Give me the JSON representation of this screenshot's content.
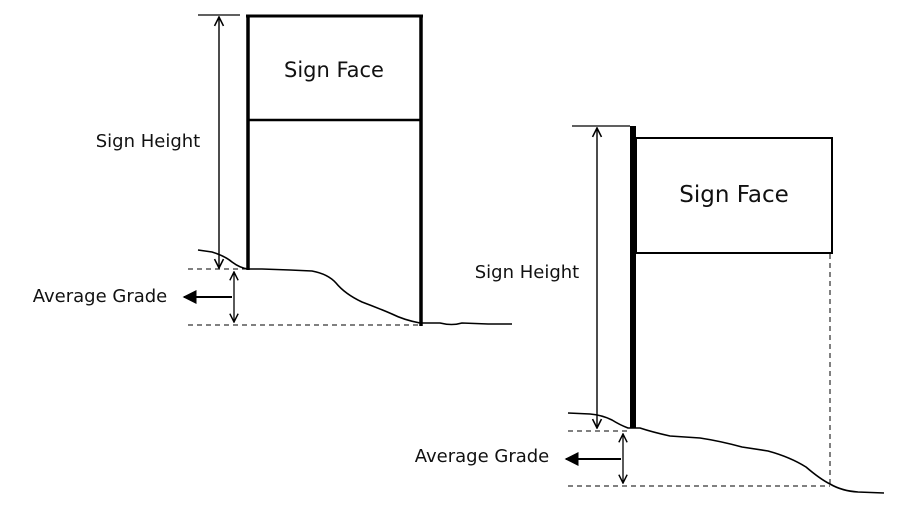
{
  "diagram_left": {
    "sign_face_label": "Sign Face",
    "sign_height_label": "Sign Height",
    "average_grade_label": "Average Grade"
  },
  "diagram_right": {
    "sign_face_label": "Sign Face",
    "sign_height_label": "Sign Height",
    "average_grade_label": "Average Grade"
  },
  "colors": {
    "ink": "#000000",
    "background": "#ffffff"
  }
}
